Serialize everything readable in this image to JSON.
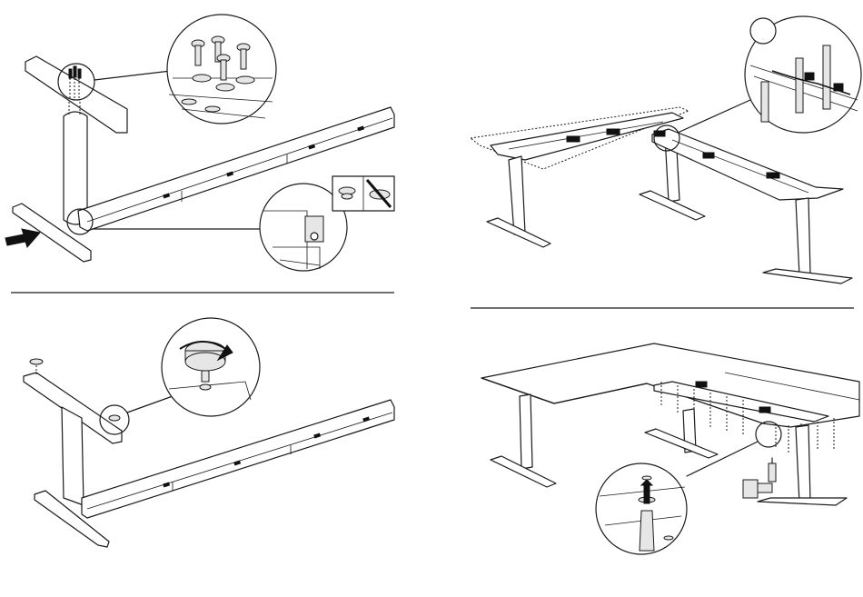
{
  "panels": [
    {
      "id": "step-attach-foot",
      "position": "top-left"
    },
    {
      "id": "step-desk-frame-assembled",
      "position": "top-right",
      "badge": ""
    },
    {
      "id": "step-level-adjuster",
      "position": "bottom-left"
    },
    {
      "id": "step-mount-desktop",
      "position": "bottom-right"
    }
  ],
  "colors": {
    "line": "#1a1a1a",
    "background": "#ffffff",
    "shade": "#e6e6e6"
  },
  "icons": [
    "push-arrow-icon",
    "prohibited-washer-icon",
    "rotate-arrow-icon",
    "screw-icon",
    "drill-icon"
  ]
}
